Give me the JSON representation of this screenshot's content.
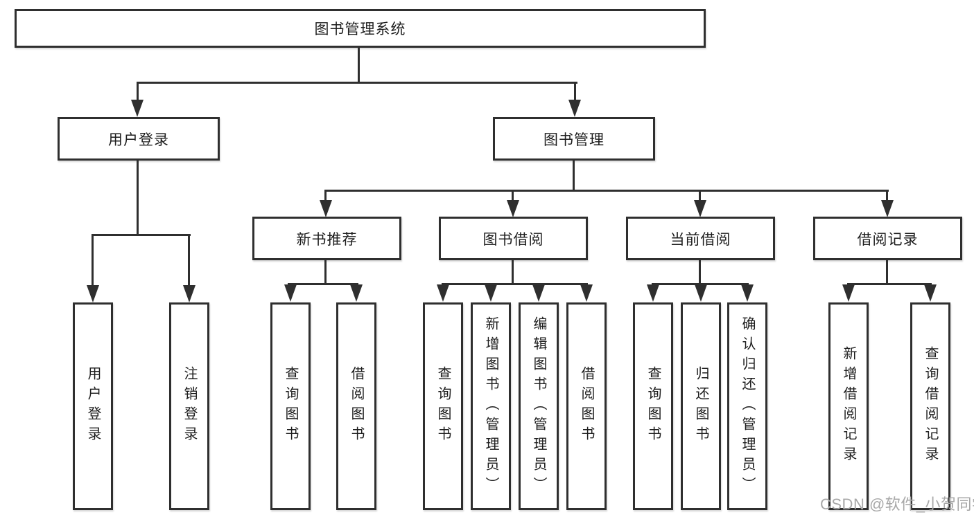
{
  "tree": {
    "root": "图书管理系统",
    "level2": [
      "用户登录",
      "图书管理"
    ],
    "level3": [
      "新书推荐",
      "图书借阅",
      "当前借阅",
      "借阅记录"
    ],
    "leaves": {
      "login": [
        "用户登录",
        "注销登录"
      ],
      "recommend": [
        "查询图书",
        "借阅图书"
      ],
      "borrow": [
        "查询图书",
        "新增图书（管理员）",
        "编辑图书（管理员）",
        "借阅图书"
      ],
      "current": [
        "查询图书",
        "归还图书",
        "确认归还（管理员）"
      ],
      "records": [
        "新增借阅记录",
        "查询借阅记录"
      ]
    }
  },
  "watermark": "CSDN @软件_小贺同学",
  "colors": {
    "line": "#2f2f2f",
    "text": "#1d1d1d",
    "watermark": "#a8a8a8",
    "background": "#ffffff"
  }
}
